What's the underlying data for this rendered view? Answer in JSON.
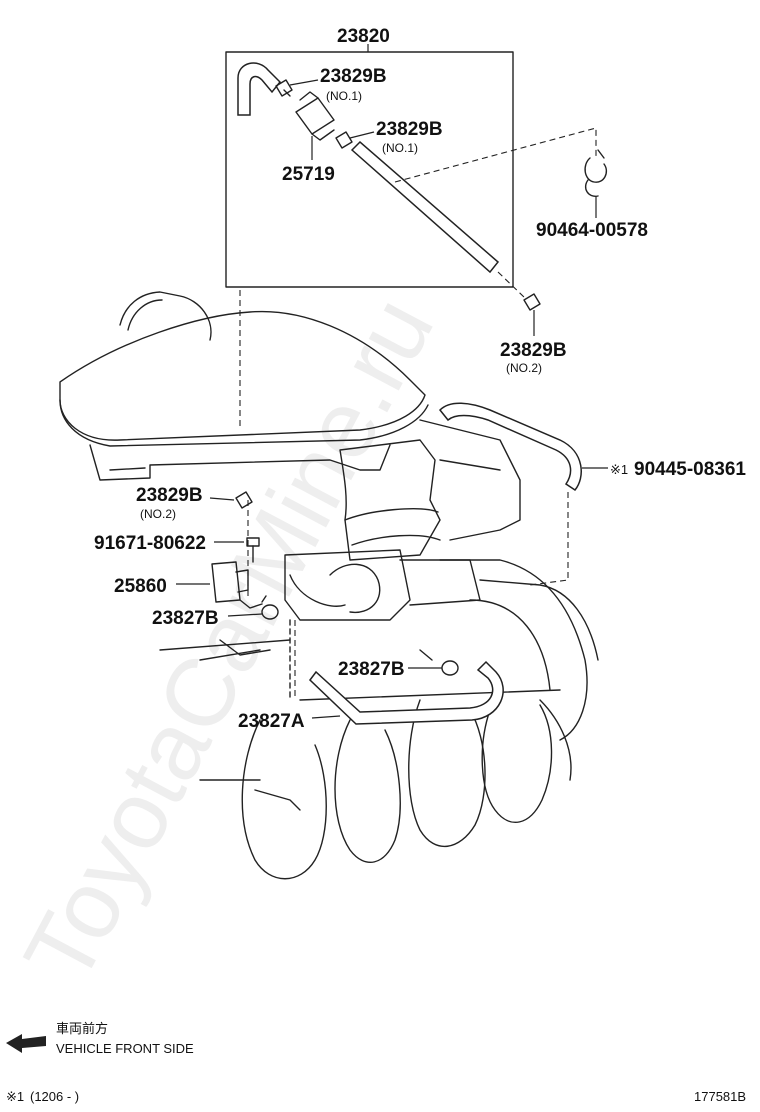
{
  "watermark": "ToyotaCarMine.ru",
  "parts": {
    "assembly": "23820",
    "hose_clamp_top_1": {
      "number": "23829B",
      "note": "(NO.1)"
    },
    "hose_clamp_top_2": {
      "number": "23829B",
      "note": "(NO.1)"
    },
    "vsv_filter": "25719",
    "clip_right": "90464-00578",
    "clamp_right_lower": {
      "number": "23829B",
      "note": "(NO.2)"
    },
    "hose_right": {
      "marker": "※1",
      "number": "90445-08361"
    },
    "clamp_left": {
      "number": "23829B",
      "note": "(NO.2)"
    },
    "bolt": "91671-80622",
    "vsv": "25860",
    "clamp_27b_left": "23827B",
    "clamp_27b_center": "23827B",
    "hose_27a": "23827A"
  },
  "direction": {
    "jp": "車両前方",
    "en": "VEHICLE FRONT SIDE"
  },
  "footnote": {
    "marker": "※1",
    "text": "(1206 -      )"
  },
  "diagram_id": "177581B"
}
